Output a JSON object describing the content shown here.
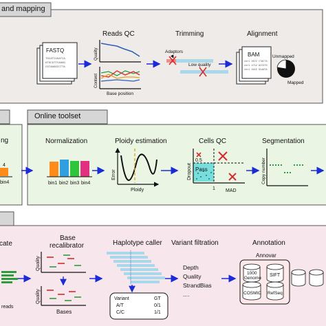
{
  "colors": {
    "panel_top": "#efebe9",
    "panel_mid": "#eaf5e3",
    "panel_bot": "#f7e7ec",
    "arrow": "#1b2bd6",
    "red": "#d62b2b",
    "green": "#2e9b3c",
    "blue": "#2d5fb8",
    "cyan": "#3ab4d9"
  },
  "top": {
    "header": "and mapping",
    "reads_qc": {
      "title": "Reads QC",
      "quality": "Quality",
      "content": "Content",
      "base_position": "Base position"
    },
    "fastq": {
      "label": "FASTQ",
      "seq1": "TGCATCGGATCA",
      "seq2": "ATGCGTTCAAGG",
      "seq3": "CGTAAGGCCTTA"
    },
    "trimming": {
      "title": "Trimming",
      "adaptors": "Adaptors",
      "low_quality": "Low quality"
    },
    "alignment": {
      "title": "Alignment",
      "bam": "BAM",
      "bam_line1": "chr1 4672 CTACTA",
      "bam_line2": "chr1 4712 ACCGTG",
      "bam_line3": "chr1 4915 GCAATA",
      "unmapped": "Unmapped",
      "mapped": "Mapped"
    }
  },
  "mid": {
    "left_text_1": "ng",
    "left_text_2": "4",
    "left_text_3": "bin4",
    "header": "Online toolset",
    "normalization": {
      "title": "Normalization",
      "bins": [
        "bin1",
        "bin2",
        "bin3",
        "bin4"
      ]
    },
    "ploidy": {
      "title": "Ploidy estimation",
      "xlabel": "Ploidy",
      "ylabel": "Error"
    },
    "cells_qc": {
      "title": "Cells QC",
      "pass": "Pass",
      "xlabel": "MAD",
      "ylabel": "Dropout",
      "tick_y": "0.5",
      "tick_x": "1"
    },
    "segmentation": {
      "title": "Segmentation",
      "ylabel": "Copy number"
    }
  },
  "bottom": {
    "left_text_1": "cate",
    "left_text_2": "reads",
    "base_recalibrator": {
      "title_line1": "Base",
      "title_line2": "recalibrator",
      "ylabel": "Quality",
      "xlabel": "Bases"
    },
    "haplotype": {
      "title": "Haplotype caller",
      "table_header": [
        "Variant",
        "GT"
      ],
      "rows": [
        [
          "A/T",
          "0/1"
        ],
        [
          "C/C",
          "1/1"
        ]
      ]
    },
    "variant_filtration": {
      "title": "Variant filtration",
      "items": [
        "Depth",
        "Quality",
        "StrandBias",
        "...."
      ]
    },
    "annotation": {
      "title": "Annotation",
      "annovar": "Annovar",
      "db": [
        "1000",
        "Genome",
        "SIFT",
        "COSMIC",
        "RefSeq"
      ]
    }
  }
}
